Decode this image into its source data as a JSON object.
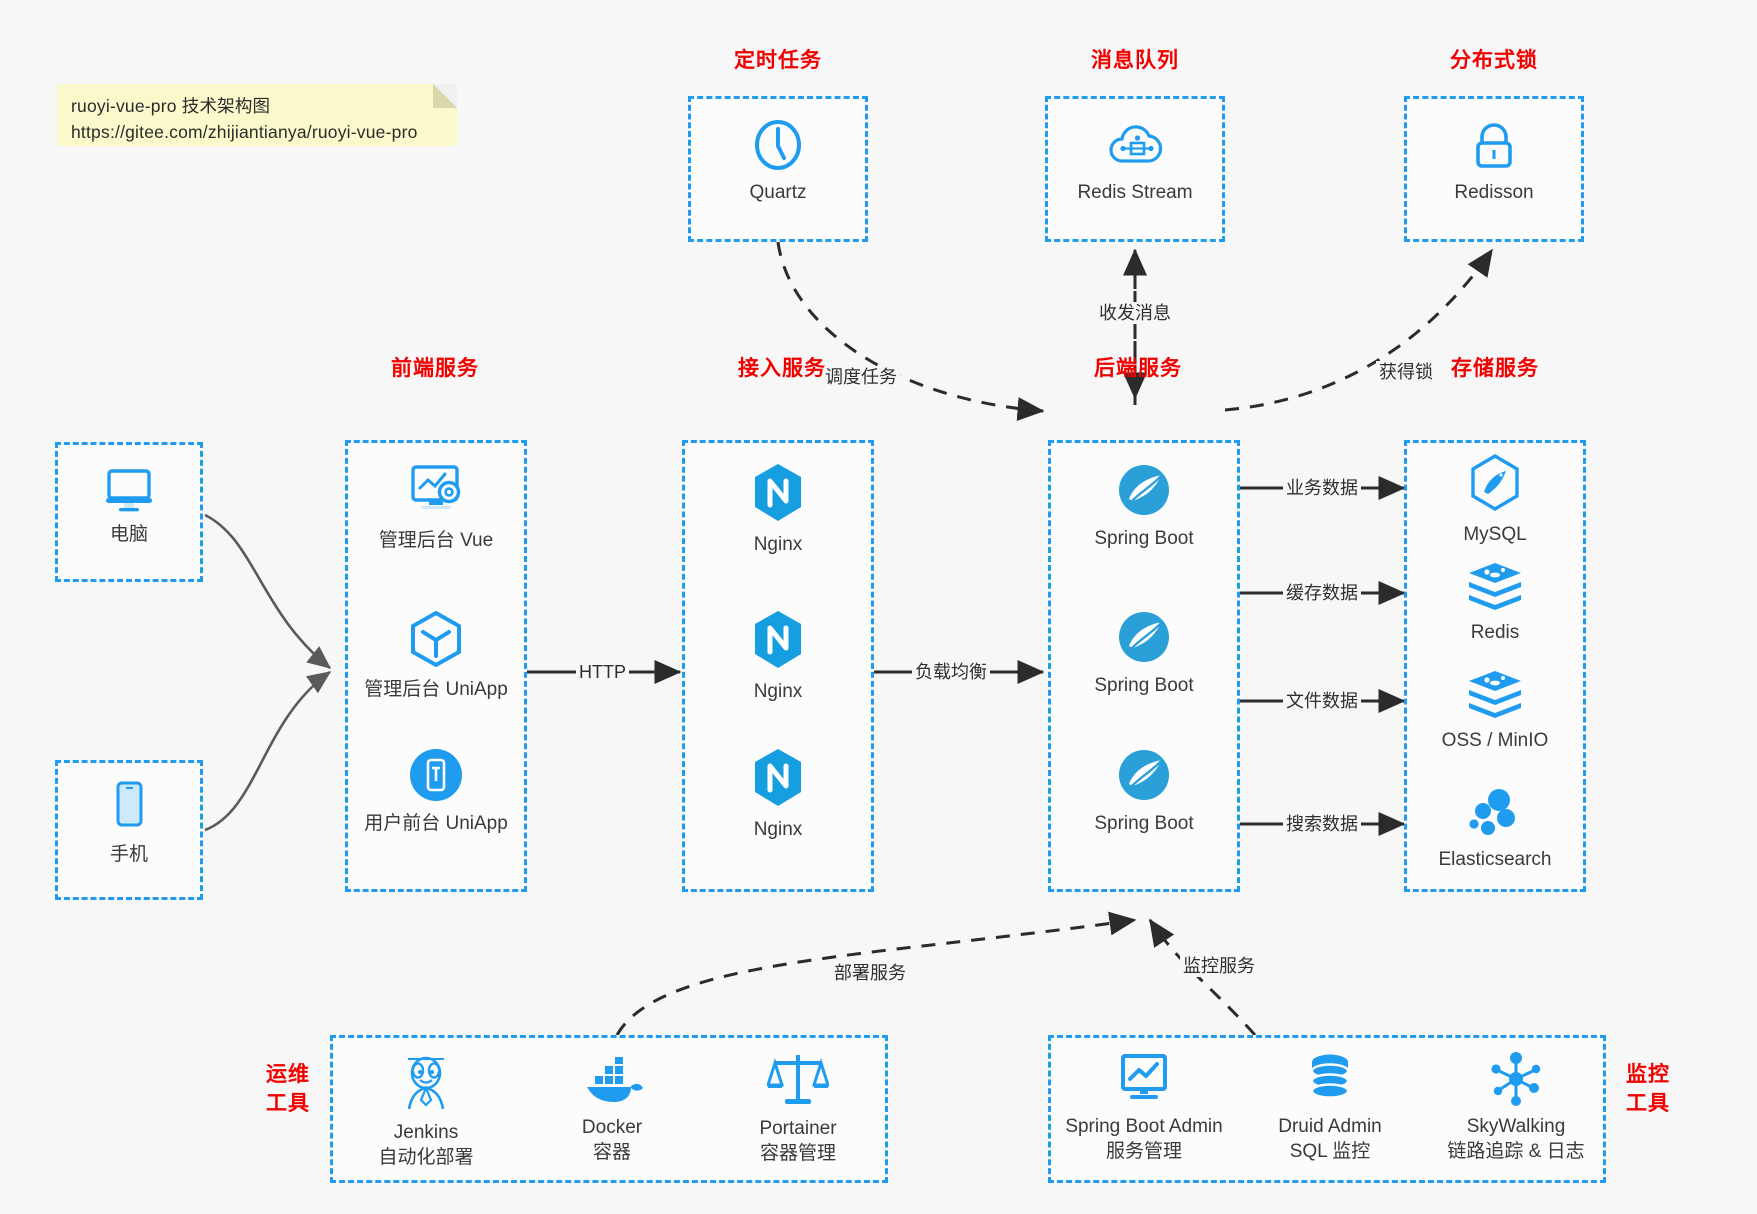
{
  "note": {
    "line1": "ruoyi-vue-pro 技术架构图",
    "line2": "https://gitee.com/zhijiantianya/ruoyi-vue-pro"
  },
  "colors": {
    "accent": "#1f9cf0",
    "title": "#f20000",
    "note_bg": "#fbf8cc",
    "canvas_bg": "#f7f7f7",
    "arrow": "#2b2b2b",
    "curve": "#5a5a5a"
  },
  "groups": {
    "scheduler": {
      "title": "定时任务",
      "items": [
        {
          "label": "Quartz",
          "icon": "clock-icon"
        }
      ]
    },
    "mq": {
      "title": "消息队列",
      "items": [
        {
          "label": "Redis Stream",
          "icon": "cloud-node-icon"
        }
      ]
    },
    "lock": {
      "title": "分布式锁",
      "items": [
        {
          "label": "Redisson",
          "icon": "lock-icon"
        }
      ]
    },
    "clients": {
      "pc": {
        "label": "电脑",
        "icon": "desktop-icon"
      },
      "mobile": {
        "label": "手机",
        "icon": "phone-icon"
      }
    },
    "frontend": {
      "title": "前端服务",
      "items": [
        {
          "label": "管理后台 Vue",
          "icon": "dashboard-gear-icon"
        },
        {
          "label": "管理后台 UniApp",
          "icon": "cube-icon"
        },
        {
          "label": "用户前台 UniApp",
          "icon": "mobile-app-icon"
        }
      ]
    },
    "gateway": {
      "title": "接入服务",
      "items": [
        {
          "label": "Nginx",
          "icon": "nginx-icon"
        },
        {
          "label": "Nginx",
          "icon": "nginx-icon"
        },
        {
          "label": "Nginx",
          "icon": "nginx-icon"
        }
      ]
    },
    "backend": {
      "title": "后端服务",
      "items": [
        {
          "label": "Spring Boot",
          "icon": "spring-leaf-icon"
        },
        {
          "label": "Spring Boot",
          "icon": "spring-leaf-icon"
        },
        {
          "label": "Spring Boot",
          "icon": "spring-leaf-icon"
        }
      ]
    },
    "storage": {
      "title": "存储服务",
      "items": [
        {
          "label": "MySQL",
          "icon": "mysql-dolphin-icon"
        },
        {
          "label": "Redis",
          "icon": "redis-stack-icon"
        },
        {
          "label": "OSS / MinIO",
          "icon": "redis-stack-icon"
        },
        {
          "label": "Elasticsearch",
          "icon": "elasticsearch-icon"
        }
      ]
    },
    "devops": {
      "title_line1": "运维",
      "title_line2": "工具",
      "items": [
        {
          "label": "Jenkins",
          "sub": "自动化部署",
          "icon": "jenkins-butler-icon"
        },
        {
          "label": "Docker",
          "sub": "容器",
          "icon": "docker-whale-icon"
        },
        {
          "label": "Portainer",
          "sub": "容器管理",
          "icon": "scales-icon"
        }
      ]
    },
    "monitoring": {
      "title_line1": "监控",
      "title_line2": "工具",
      "items": [
        {
          "label": "Spring Boot Admin",
          "sub": "服务管理",
          "icon": "monitor-chart-icon"
        },
        {
          "label": "Druid Admin",
          "sub": "SQL 监控",
          "icon": "database-icon"
        },
        {
          "label": "SkyWalking",
          "sub": "链路追踪 & 日志",
          "icon": "skywalking-icon"
        }
      ]
    }
  },
  "edges": [
    {
      "id": "http",
      "label": "HTTP"
    },
    {
      "id": "loadbalance",
      "label": "负载均衡"
    },
    {
      "id": "schedule",
      "label": "调度任务"
    },
    {
      "id": "mq-msg",
      "label": "收发消息"
    },
    {
      "id": "get-lock",
      "label": "获得锁"
    },
    {
      "id": "biz-data",
      "label": "业务数据"
    },
    {
      "id": "cache-data",
      "label": "缓存数据"
    },
    {
      "id": "file-data",
      "label": "文件数据"
    },
    {
      "id": "search-data",
      "label": "搜索数据"
    },
    {
      "id": "deploy",
      "label": "部署服务"
    },
    {
      "id": "monitor",
      "label": "监控服务"
    }
  ]
}
